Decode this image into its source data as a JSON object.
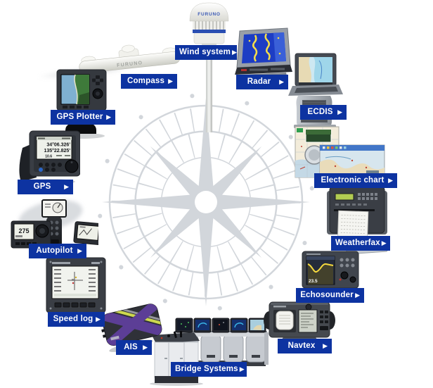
{
  "ui": {
    "arrow": "▶",
    "label_bg": "#0d33a1",
    "label_text_color": "#ffffff",
    "watermark_color": "#d2d6db",
    "background": "#ffffff"
  },
  "brand": "FURUNO",
  "products": {
    "wind_system": {
      "label": "Wind system"
    },
    "compass": {
      "label": "Compass"
    },
    "radar": {
      "label": "Radar"
    },
    "ecdis": {
      "label": "ECDIS"
    },
    "gps_plotter": {
      "label": "GPS Plotter"
    },
    "electronic_chart": {
      "label": "Electronic chart"
    },
    "gps": {
      "label": "GPS",
      "screen": {
        "lat": "34°06.326'",
        "lon": "135°22.825'",
        "speed": "10.6"
      }
    },
    "autopilot": {
      "label": "Autopilot",
      "heading": "275"
    },
    "weatherfax": {
      "label": "Weatherfax"
    },
    "echosounder": {
      "label": "Echosounder",
      "depth": "23.5"
    },
    "speed_log": {
      "label": "Speed log"
    },
    "ais": {
      "label": "AIS"
    },
    "navtex": {
      "label": "Navtex"
    },
    "bridge_systems": {
      "label": "Bridge Systems"
    }
  }
}
